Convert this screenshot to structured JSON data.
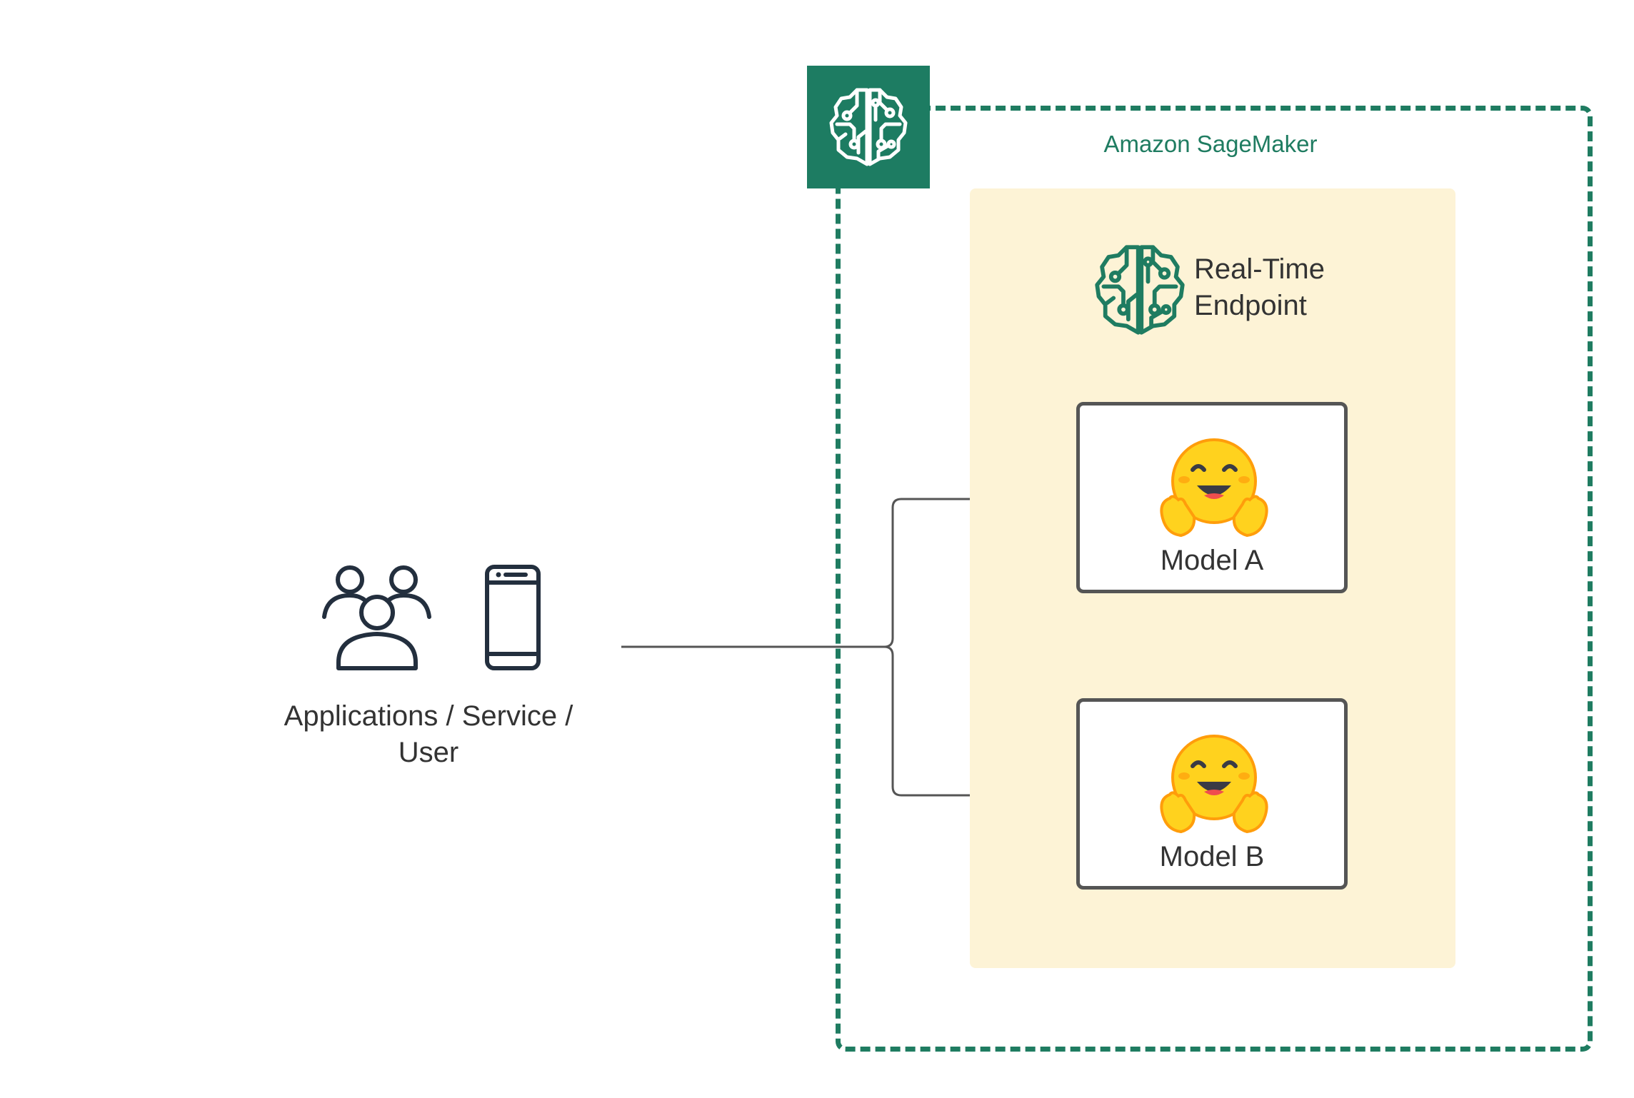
{
  "sagemaker": {
    "title": "Amazon SageMaker",
    "icon": "sagemaker-brain-icon",
    "accent": "#1f7c61"
  },
  "endpoint": {
    "label_line1": "Real-Time",
    "label_line2": "Endpoint",
    "icon": "brain-circuit-icon",
    "panel_color": "#fdf3d6"
  },
  "models": [
    {
      "label": "Model A",
      "icon": "hugging-face-icon"
    },
    {
      "label": "Model B",
      "icon": "hugging-face-icon"
    }
  ],
  "client": {
    "label_line1": "Applications / Service /",
    "label_line2": "User",
    "icons": [
      "users-icon",
      "mobile-phone-icon"
    ]
  },
  "connectors": [
    {
      "from": "client",
      "to": "Model A"
    },
    {
      "from": "client",
      "to": "Model B"
    }
  ]
}
